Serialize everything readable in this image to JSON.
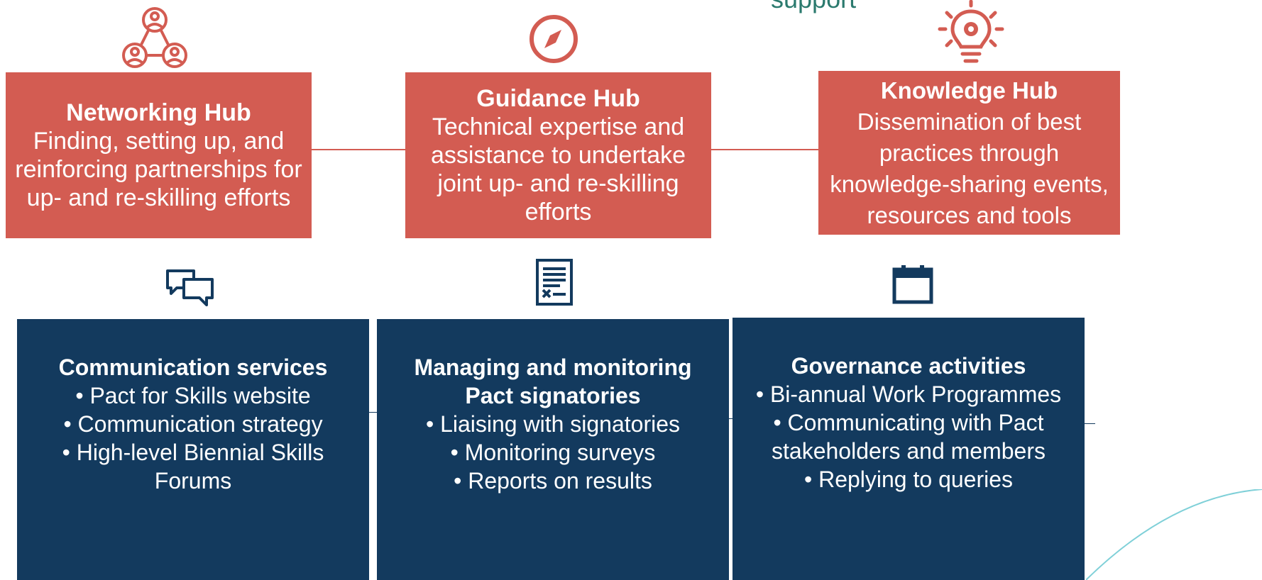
{
  "header": {
    "partial_text": "support"
  },
  "hubs": [
    {
      "title": "Networking Hub",
      "lines": [
        "Finding, setting up, and",
        "reinforcing partnerships for",
        "up- and re-skilling efforts"
      ],
      "icon": "network-people-icon"
    },
    {
      "title": "Guidance Hub",
      "lines": [
        "Technical expertise and",
        "assistance to undertake",
        "joint up- and re-skilling",
        "efforts"
      ],
      "icon": "compass-icon"
    },
    {
      "title": "Knowledge Hub",
      "lines": [
        "Dissemination of best",
        "practices through",
        "knowledge-sharing events,",
        "resources and tools"
      ],
      "icon": "lightbulb-gear-icon"
    }
  ],
  "services": [
    {
      "title_lines": [
        "Communication services"
      ],
      "items": [
        "Pact for Skills website",
        "Communication strategy",
        "High-level Biennial Skills Forums"
      ],
      "icon": "chat-bubbles-icon"
    },
    {
      "title_lines": [
        "Managing and monitoring",
        "Pact signatories"
      ],
      "items": [
        "Liaising with signatories",
        "Monitoring surveys",
        "Reports on results"
      ],
      "icon": "document-icon"
    },
    {
      "title_lines": [
        "Governance activities"
      ],
      "items": [
        "Bi-annual Work Programmes",
        "Communicating with Pact stakeholders and members",
        "Replying to queries"
      ],
      "icon": "calendar-icon"
    }
  ],
  "colors": {
    "hub": "#d35c52",
    "service": "#133a5e",
    "accent_text": "#2b7a6e"
  }
}
